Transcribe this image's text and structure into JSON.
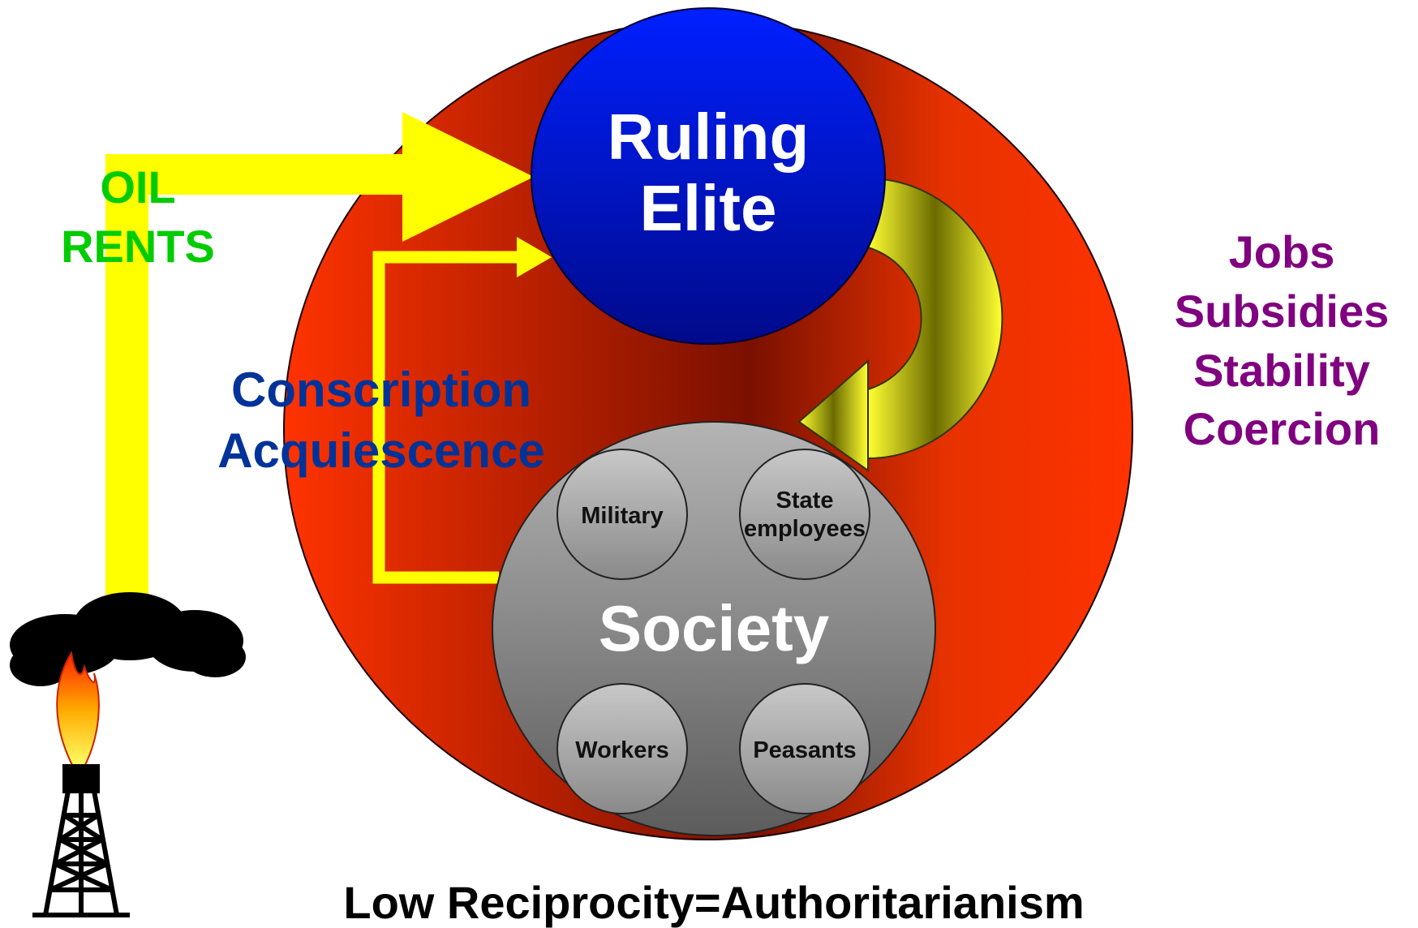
{
  "diagram": {
    "ruling_elite": {
      "line1": "Ruling",
      "line2": "Elite"
    },
    "society": {
      "label": "Society",
      "groups": {
        "military": "Military",
        "state_employees_line1": "State",
        "state_employees_line2": "employees",
        "workers": "Workers",
        "peasants": "Peasants"
      }
    },
    "oil_rents": {
      "line1": "OIL",
      "line2": "RENTS"
    },
    "society_to_elite": {
      "line1": "Conscription",
      "line2": "Acquiescence"
    },
    "elite_to_society": [
      "Jobs",
      "Subsidies",
      "Stability",
      "Coercion"
    ],
    "caption": "Low Reciprocity=Authoritarianism"
  },
  "icons": [
    "oil-derrick-icon",
    "flame-icon",
    "smoke-cloud-icon"
  ],
  "colors": {
    "outer_circle_edge": "#ff3300",
    "outer_circle_center": "#7a1000",
    "elite_blue": "#0010c8",
    "society_gray": "#909090",
    "arrow_yellow": "#ffff00",
    "oil_text_green": "#00cc00",
    "conscription_text_blue": "#003399",
    "benefits_text_purple": "#800080"
  }
}
